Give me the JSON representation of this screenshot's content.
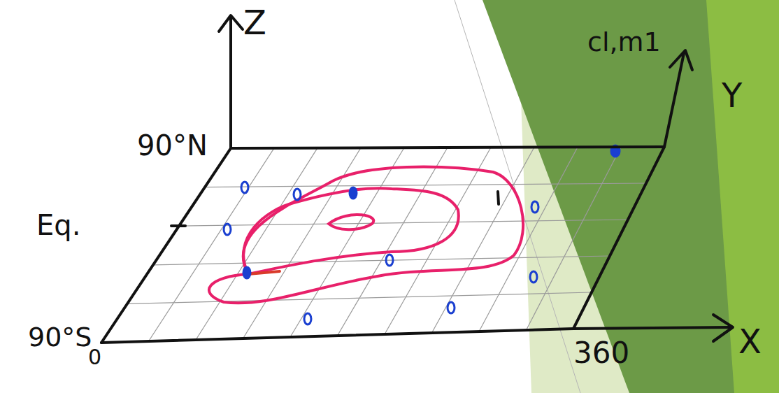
{
  "diagram": {
    "labels": [
      "Z",
      "90°N",
      "Eq.",
      "90°S",
      "0",
      "360",
      "X",
      "Y",
      "cl,m1"
    ]
  }
}
